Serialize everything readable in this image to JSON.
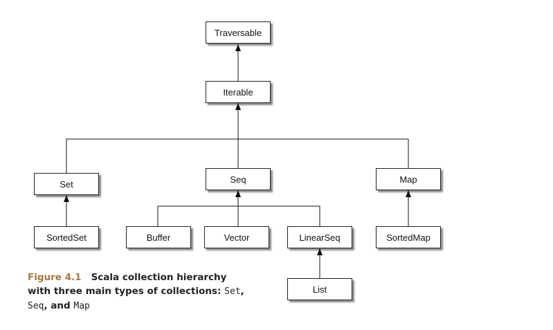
{
  "nodes": {
    "traversable": "Traversable",
    "iterable": "Iterable",
    "set": "Set",
    "seq": "Seq",
    "map": "Map",
    "sortedset": "SortedSet",
    "buffer": "Buffer",
    "vector": "Vector",
    "linearseq": "LinearSeq",
    "sortedmap": "SortedMap",
    "list": "List"
  },
  "caption": {
    "label": "Figure 4.1",
    "line1": "Scala collection hierarchy",
    "line2": "with three main types of collections: ",
    "code_set": "Set",
    "sep1": ",",
    "code_seq": "Seq",
    "sep2": ", and ",
    "code_map": "Map"
  },
  "colors": {
    "caption_label": "#a8783c",
    "line": "#111111"
  }
}
